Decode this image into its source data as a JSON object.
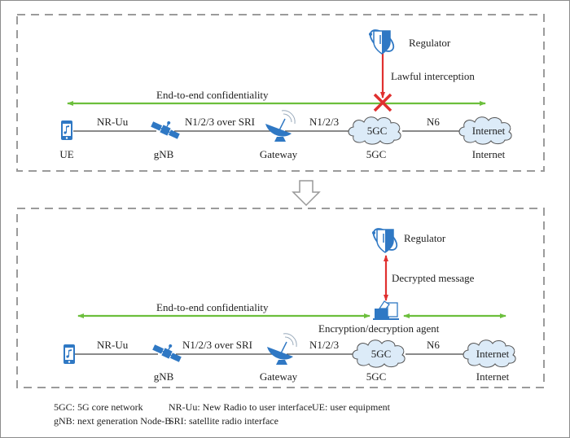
{
  "panels": {
    "top": {
      "labels": {
        "e2e": "End-to-end confidentiality",
        "regulator": "Regulator",
        "interception": "Lawful interception",
        "nr_uu": "NR-Uu",
        "n123_sri": "N1/2/3 over SRI",
        "n123": "N1/2/3",
        "n6": "N6",
        "cloud_5gc": "5GC",
        "cloud_internet": "Internet",
        "ue": "UE",
        "gnb": "gNB",
        "gateway": "Gateway",
        "core": "5GC",
        "internet": "Internet"
      }
    },
    "bottom": {
      "labels": {
        "e2e": "End-to-end confidentiality",
        "regulator": "Regulator",
        "decrypted": "Decrypted message",
        "agent": "Encryption/decryption agent",
        "nr_uu": "NR-Uu",
        "n123_sri": "N1/2/3 over SRI",
        "n123": "N1/2/3",
        "n6": "N6",
        "cloud_5gc": "5GC",
        "cloud_internet": "Internet",
        "gnb": "gNB",
        "gateway": "Gateway",
        "core": "5GC",
        "internet": "Internet"
      }
    }
  },
  "legend": [
    [
      "5GC: 5G core network",
      "NR-Uu: New Radio to user interface",
      "UE: user equipment"
    ],
    [
      "gNB: next generation Node-B",
      "SRI: satellite radio interface"
    ]
  ],
  "colors": {
    "green": "#6cbf3c",
    "red": "#e0302f",
    "blue": "#2f78c4",
    "cloud_fill": "#dcebf8",
    "dash": "#9b9b9b"
  }
}
